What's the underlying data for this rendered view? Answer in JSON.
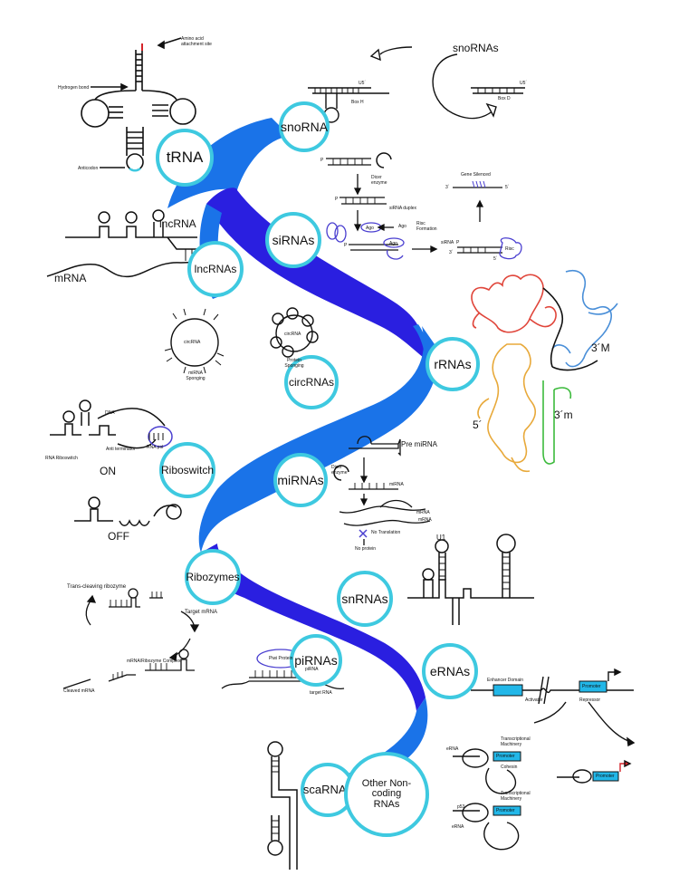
{
  "hubs": {
    "snorna": "snoRNA",
    "trna": "tRNA",
    "sirnas": "siRNAs",
    "lncrnas": "lncRNAs",
    "rrnas": "rRNAs",
    "circrnas": "circRNAs",
    "riboswitch": "Riboswitch",
    "mirnas": "miRNAs",
    "ribozymes": "Ribozymes",
    "snrnas": "snRNAs",
    "pirnas": "piRNAs",
    "ernas": "eRNAs",
    "scarnas": "scaRNAs",
    "other_line1": "Other Non-coding",
    "other_line2": "RNAs"
  },
  "trna": {
    "amino_acid_site": "Amino acid attachment site",
    "hydrogen_bond": "Hydrogen bond",
    "anticodon": "Anticodon"
  },
  "snorna": {
    "title": "snoRNAs",
    "box_h": "Box H",
    "box_d": "Box D",
    "u5_a": "U5´",
    "u5_b": "U5´"
  },
  "lncrna": {
    "lncrna": "lncRNA",
    "mrna": "mRNA"
  },
  "sirna": {
    "dicer": "Dicer enzyme",
    "duplex": "siRNA duplex",
    "ago_label": "Ago",
    "ago_badge": "Ago",
    "ago_badge2": "Ago",
    "risc_formation": "Risc Formation",
    "sirna": "siRNA",
    "risc": "Risc",
    "gene_silenced": "Gene Silenced",
    "p1": "P",
    "p2": "P",
    "p3": "P",
    "p4": "P",
    "three_a": "3´",
    "five_a": "5´",
    "three_b": "3´",
    "five_b": "5´"
  },
  "rrna": {
    "three_M": "3´M",
    "three_m": "3´m",
    "five": "5´"
  },
  "circrna": {
    "left_core": "circRNA",
    "left_caption": "miRNA Sponging",
    "right_core": "circRNA",
    "right_caption": "Protein Sponging"
  },
  "riboswitch": {
    "dna": "DNA",
    "anti_terminator": "Anti terminator",
    "rna_pol": "RNA pol",
    "rna_riboswitch": "RNA Riboswitch",
    "on": "ON",
    "off": "OFF"
  },
  "mirna": {
    "pre_mirna": "Pre miRNA",
    "dicer": "Dicer enzyme",
    "mirna": "miRNA",
    "mrna_a": "mRNA",
    "mrna_b": "mRNA",
    "no_translation": "No Translation",
    "no_protein": "No protein"
  },
  "ribozyme": {
    "trans_cleaving": "Trans-cleaving ribozyme",
    "target_mrna": "Target mRNA",
    "complex": "mRNA/Ribozyme Complex",
    "cleaved": "Cleaved mRNA"
  },
  "snrna": {
    "u1": "U1"
  },
  "pirna": {
    "piwi": "Piwi Protein",
    "pirna": "piRNA",
    "target": "target RNA"
  },
  "erna": {
    "enhancer": "Enhancer Domain",
    "promoter_a": "Promoter",
    "promoter_b": "Promoter",
    "promoter_c": "Promoter",
    "promoter_d": "Promoter",
    "activator": "Activator",
    "repressor": "Repressor",
    "transcriptional_a": "Transcriptional Machinery",
    "transcriptional_b": "Transcriptional Machinery",
    "erna_a": "eRNA",
    "erna_b": "eRNA",
    "cohesin": "Cohesin",
    "p53": "p53"
  },
  "colors": {
    "helix_light": "#1a73e8",
    "helix_dark": "#2a1fe0",
    "ring": "#3ec9e0",
    "cyan_box": "#22b7e8",
    "risc_purple": "#4a3fd0"
  }
}
